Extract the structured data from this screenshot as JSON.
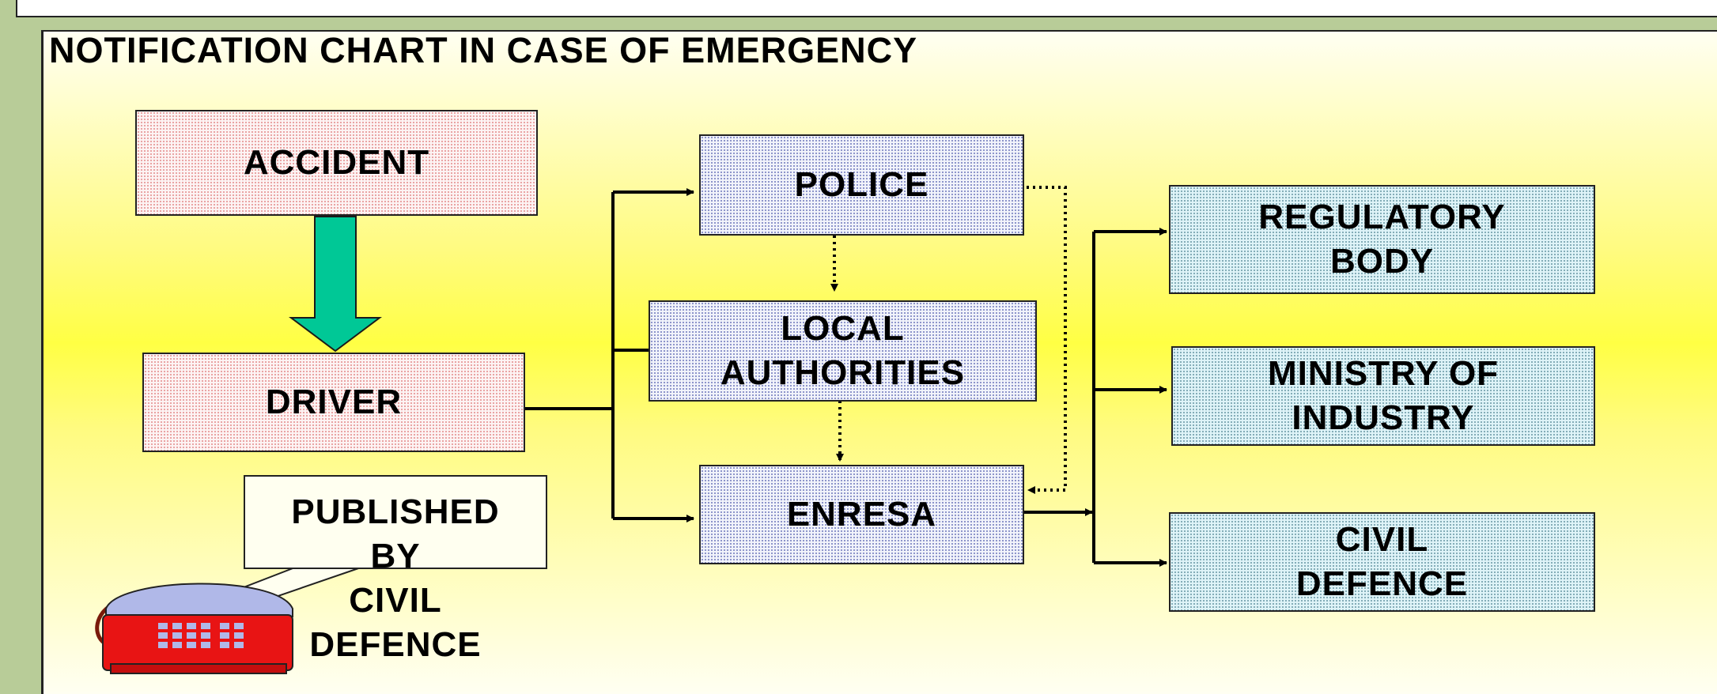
{
  "title": "NOTIFICATION CHART IN CASE OF EMERGENCY",
  "nodes": {
    "accident": "ACCIDENT",
    "driver": "DRIVER",
    "police": "POLICE",
    "local_authorities": [
      "LOCAL",
      "AUTHORITIES"
    ],
    "enresa": "ENRESA",
    "regulatory_body": [
      "REGULATORY",
      "BODY"
    ],
    "ministry_of_industry": [
      "MINISTRY OF",
      "INDUSTRY"
    ],
    "civil_defence": [
      "CIVIL",
      "DEFENCE"
    ]
  },
  "callout": [
    "PUBLISHED",
    "BY",
    "CIVIL",
    "DEFENCE"
  ],
  "colors": {
    "background": "#b8cc98",
    "slide_yellow": "#ffff44",
    "accent_arrow": "#00c896",
    "phone_red": "#e81414",
    "phone_handset": "#b0b8e8"
  },
  "icons": [
    "down-arrow-icon",
    "telephone-icon"
  ]
}
